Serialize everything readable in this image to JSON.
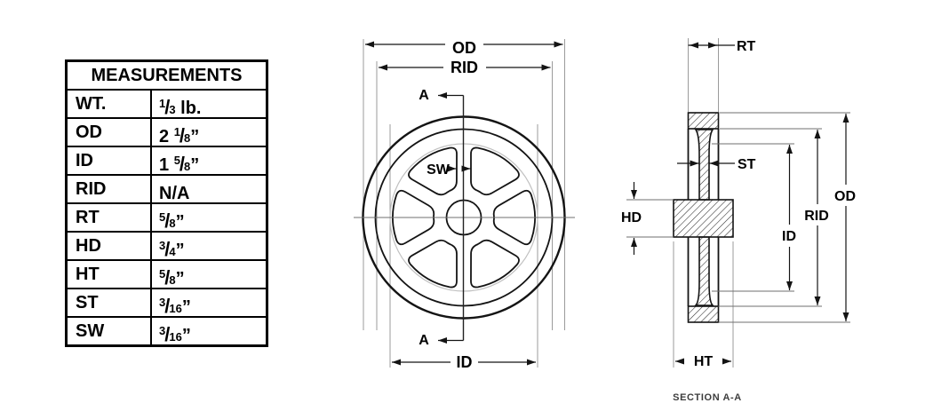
{
  "table": {
    "title": "MEASUREMENTS",
    "rows": [
      {
        "label": "WT.",
        "whole": "",
        "num": "1",
        "slash": "/",
        "den": "3",
        "suffix": " lb."
      },
      {
        "label": "OD",
        "whole": "2 ",
        "num": "1",
        "slash": "/",
        "den": "8",
        "suffix": "”"
      },
      {
        "label": "ID",
        "whole": "1 ",
        "num": "5",
        "slash": "/",
        "den": "8",
        "suffix": "”"
      },
      {
        "label": "RID",
        "whole": "N/A",
        "num": "",
        "slash": "",
        "den": "",
        "suffix": ""
      },
      {
        "label": "RT",
        "whole": "",
        "num": "5",
        "slash": "/",
        "den": "8",
        "suffix": "”"
      },
      {
        "label": "HD",
        "whole": "",
        "num": "3",
        "slash": "/",
        "den": "4",
        "suffix": "”"
      },
      {
        "label": "HT",
        "whole": "",
        "num": "5",
        "slash": "/",
        "den": "8",
        "suffix": "”"
      },
      {
        "label": "ST",
        "whole": "",
        "num": "3",
        "slash": "/",
        "den": "16",
        "suffix": "”"
      },
      {
        "label": "SW",
        "whole": "",
        "num": "3",
        "slash": "/",
        "den": "16",
        "suffix": "”"
      }
    ]
  },
  "front_view": {
    "od_label": "OD",
    "rid_label": "RID",
    "id_label": "ID",
    "sw_label": "SW",
    "section_a_top": "A",
    "section_a_bottom": "A"
  },
  "section_view": {
    "rt_label": "RT",
    "st_label": "ST",
    "hd_label": "HD",
    "ht_label": "HT",
    "od_label": "OD",
    "rid_label": "RID",
    "id_label": "ID",
    "caption": "SECTION A-A"
  },
  "colors": {
    "background": "#ffffff",
    "line": "#141414",
    "extension_line": "#9b9b9b",
    "faint_circle": "#c0c0c0",
    "caption_text": "#3d3d3d",
    "text": "#000000"
  }
}
